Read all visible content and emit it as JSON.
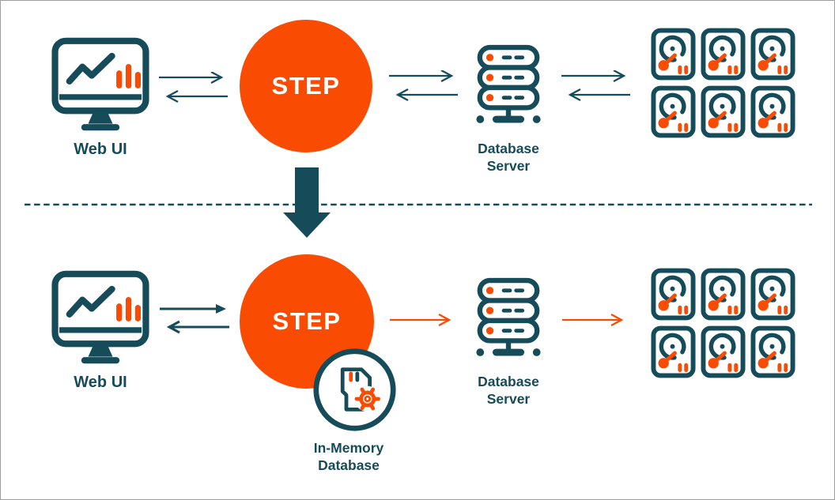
{
  "colors": {
    "teal": "#164B5A",
    "orange": "#F94C02",
    "bg": "#FFFFFF",
    "canvas_border": "#9E9E9E"
  },
  "top_row": {
    "web_ui_label": "Web UI",
    "step_label": "STEP",
    "database_server_label": "Database\nServer",
    "disk_count": 6,
    "arrow_style": "bidirectional teal arrows between all nodes"
  },
  "bottom_row": {
    "web_ui_label": "Web UI",
    "step_label": "STEP",
    "database_server_label": "Database\nServer",
    "in_memory_label": "In-Memory\nDatabase",
    "disk_count": 6,
    "arrow_style": "bidirectional teal arrows Web UI<->STEP, single orange arrows STEP->DB->disks"
  },
  "icons": {
    "web_ui": "monitor-with-charts-icon",
    "step": "orange-circle",
    "database_server": "server-stack-icon",
    "storage": "hard-disk-icon",
    "in_memory": "memory-card-gear-badge",
    "divider": "dashed-line",
    "transition": "big-down-arrow"
  }
}
